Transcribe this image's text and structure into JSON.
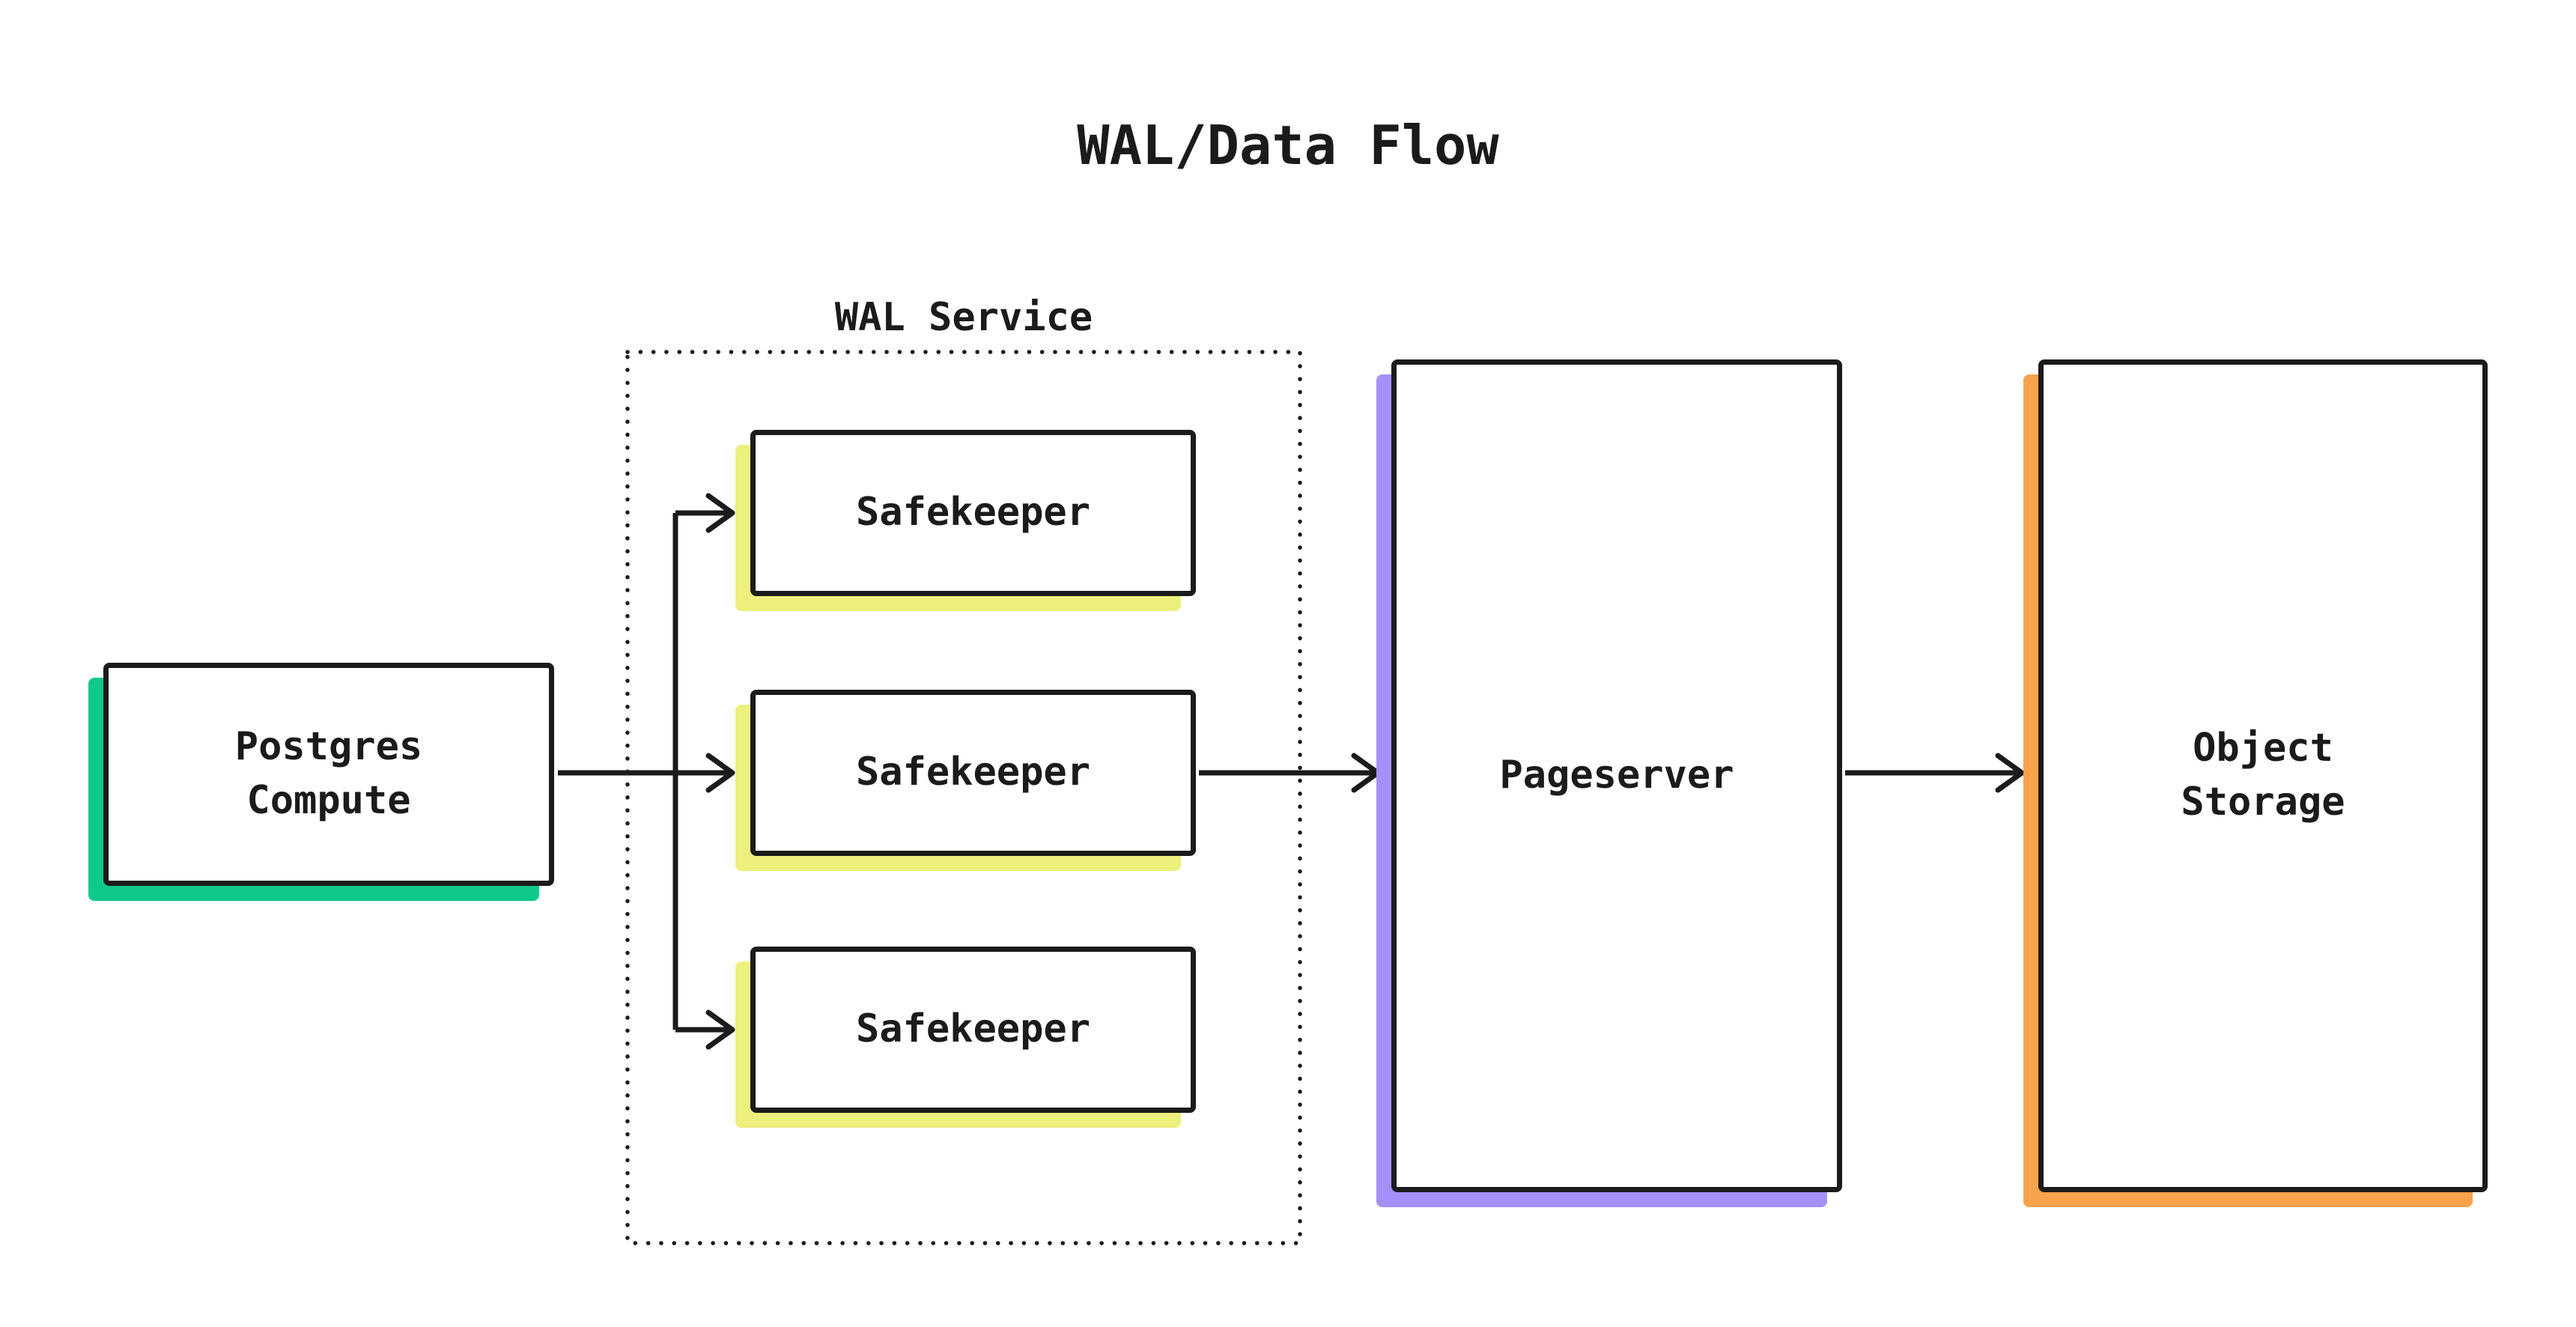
{
  "diagram": {
    "title": "WAL/Data Flow",
    "colors": {
      "ink": "#1b1b1b",
      "bg": "#ffffff",
      "green": "#0ec98a",
      "yellow": "#edf07c",
      "purple": "#a78ffb",
      "orange": "#f8a24b"
    },
    "nodes": {
      "postgres_compute": {
        "label_line1": "Postgres",
        "label_line2": "Compute",
        "accent": "#0ec98a"
      },
      "wal_service": {
        "label": "WAL Service"
      },
      "safekeepers": [
        {
          "label": "Safekeeper",
          "accent": "#edf07c"
        },
        {
          "label": "Safekeeper",
          "accent": "#edf07c"
        },
        {
          "label": "Safekeeper",
          "accent": "#edf07c"
        }
      ],
      "pageserver": {
        "label": "Pageserver",
        "accent": "#a78ffb"
      },
      "object_storage": {
        "label_line1": "Object",
        "label_line2": "Storage",
        "accent": "#f8a24b"
      }
    },
    "edges": [
      "postgres_compute -> safekeeper_1",
      "postgres_compute -> safekeeper_2",
      "postgres_compute -> safekeeper_3",
      "safekeeper_2 -> pageserver",
      "pageserver -> object_storage"
    ]
  }
}
